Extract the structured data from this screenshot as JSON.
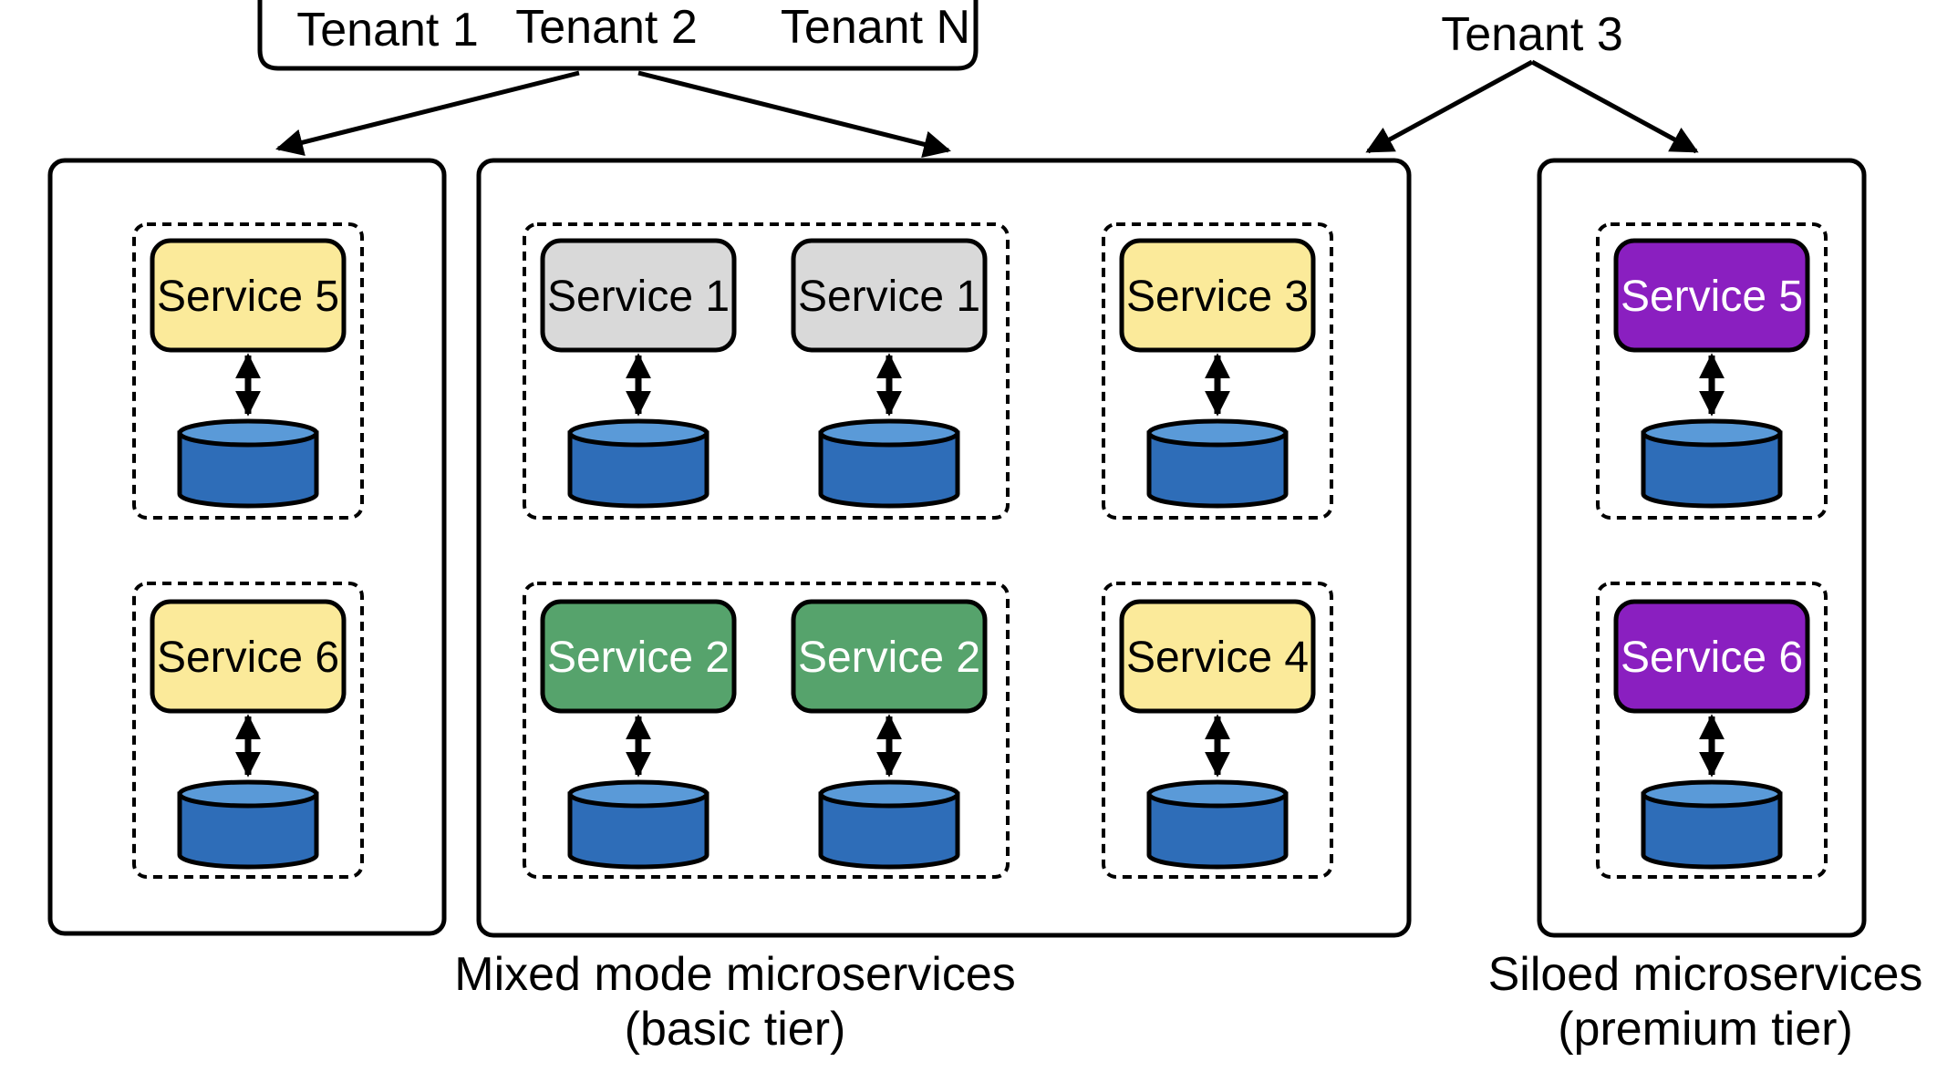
{
  "tenant_group": {
    "tenants": [
      "Tenant 1",
      "Tenant 2",
      "Tenant N"
    ]
  },
  "tenant3": {
    "label": "Tenant 3"
  },
  "captions": {
    "mixed_line1": "Mixed mode microservices",
    "mixed_line2": "(basic tier)",
    "siloed_line1": "Siloed microservices",
    "siloed_line2": "(premium tier)"
  },
  "services": {
    "left_top": "Service 5",
    "left_bottom": "Service 6",
    "mixed_s1_a": "Service 1",
    "mixed_s1_b": "Service 1",
    "mixed_s2_a": "Service 2",
    "mixed_s2_b": "Service 2",
    "mixed_s3": "Service 3",
    "mixed_s4": "Service 4",
    "siloed_top": "Service 5",
    "siloed_bottom": "Service 6"
  },
  "colors": {
    "yellow": "#FBEA9A",
    "gray": "#D9D9D9",
    "green": "#56A36C",
    "purple": "#8A1FC0",
    "database": "#2E6DB8",
    "database_top": "#5A9AD8",
    "outline": "#000000"
  }
}
